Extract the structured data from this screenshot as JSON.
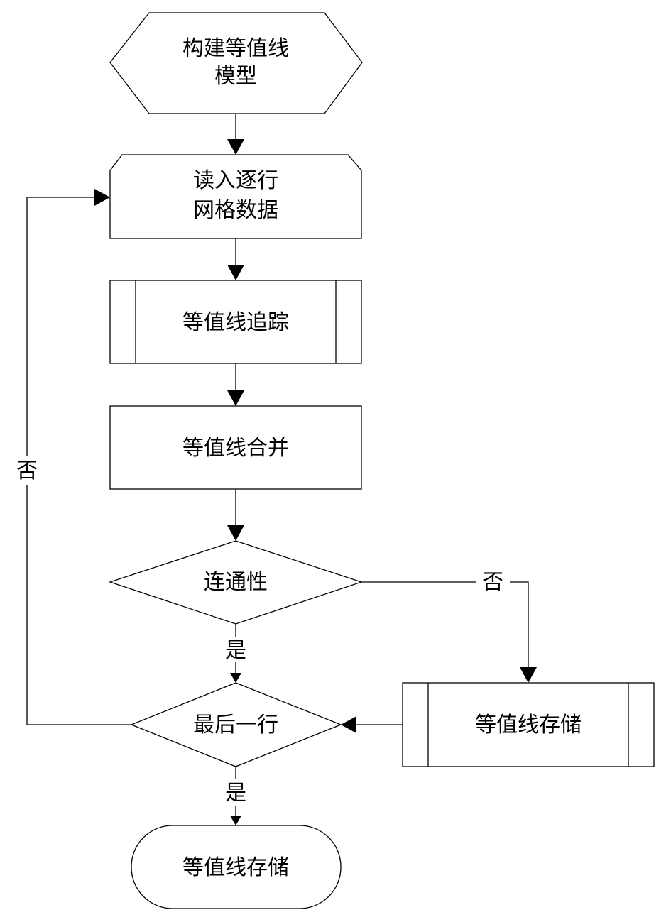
{
  "nodes": {
    "build_model": {
      "line1": "构建等值线",
      "line2": "模型"
    },
    "read_rows": {
      "line1": "读入逐行",
      "line2": "网格数据"
    },
    "trace": {
      "label": "等值线追踪"
    },
    "merge": {
      "label": "等值线合并"
    },
    "connectivity": {
      "label": "连通性"
    },
    "store_sub": {
      "label": "等值线存储"
    },
    "last_row": {
      "label": "最后一行"
    },
    "store_end": {
      "label": "等值线存储"
    }
  },
  "edges": {
    "connectivity_no": "否",
    "connectivity_yes": "是",
    "last_row_yes": "是",
    "last_row_no": "否"
  }
}
